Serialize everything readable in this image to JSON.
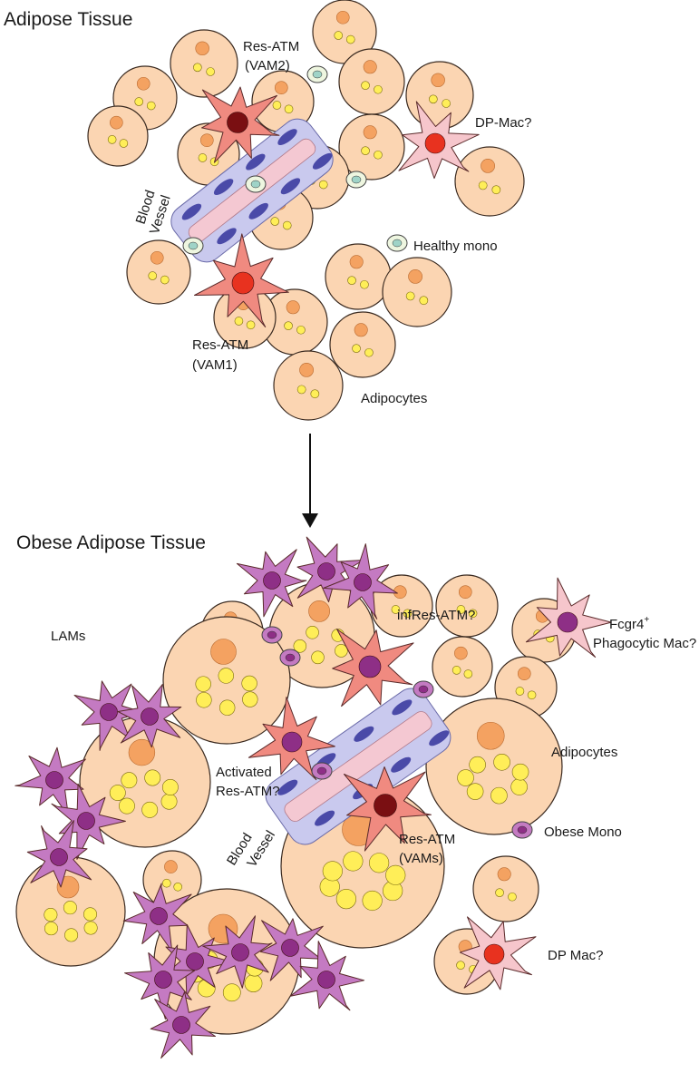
{
  "colors": {
    "adipocyte_fill": "#fbd5b2",
    "adipocyte_stroke": "#3a2a20",
    "lipid_nucleus": "#f4a261",
    "lipid_droplet": "#ffee58",
    "res_atm": "#f08a80",
    "res_atm_nucleus_dark": "#7a0f12",
    "res_atm_nucleus_red": "#e8321f",
    "dp_mac": "#f6c6cc",
    "lam": "#c47ac2",
    "lam_nucleus": "#8e2f86",
    "monocyte": "#eef6e0",
    "monocyte_nucleus": "#9fd3c7",
    "vessel": "#c9c9ee",
    "vessel_inner": "#f4c8d2",
    "vessel_nucleus": "#4a4aa8",
    "arrow": "#111111"
  },
  "healthy": {
    "title": "Adipose Tissue",
    "labels": {
      "res_atm_vam2_line1": "Res-ATM",
      "res_atm_vam2_line2": "(VAM2)",
      "dp_mac": "DP-Mac?",
      "blood_vessel_line1": "Blood",
      "blood_vessel_line2": "Vessel",
      "healthy_mono": "Healthy mono",
      "res_atm_vam1_line1": "Res-ATM",
      "res_atm_vam1_line2": "(VAM1)",
      "adipocytes": "Adipocytes"
    }
  },
  "obese": {
    "title": "Obese Adipose Tissue",
    "labels": {
      "lams": "LAMs",
      "infres_atm": "infRes-ATM?",
      "fcgr4_line1": "Fcgr4",
      "fcgr4_sup": "+",
      "fcgr4_line2": "Phagocytic Mac?",
      "adipocytes": "Adipocytes",
      "activated_line1": "Activated",
      "activated_line2": "Res-ATM?",
      "blood_vessel_line1": "Blood",
      "blood_vessel_line2": "Vessel",
      "res_atm_vams_line1": "Res-ATM",
      "res_atm_vams_line2": "(VAMs)",
      "obese_mono": "Obese Mono",
      "dp_mac": "DP Mac?"
    }
  }
}
